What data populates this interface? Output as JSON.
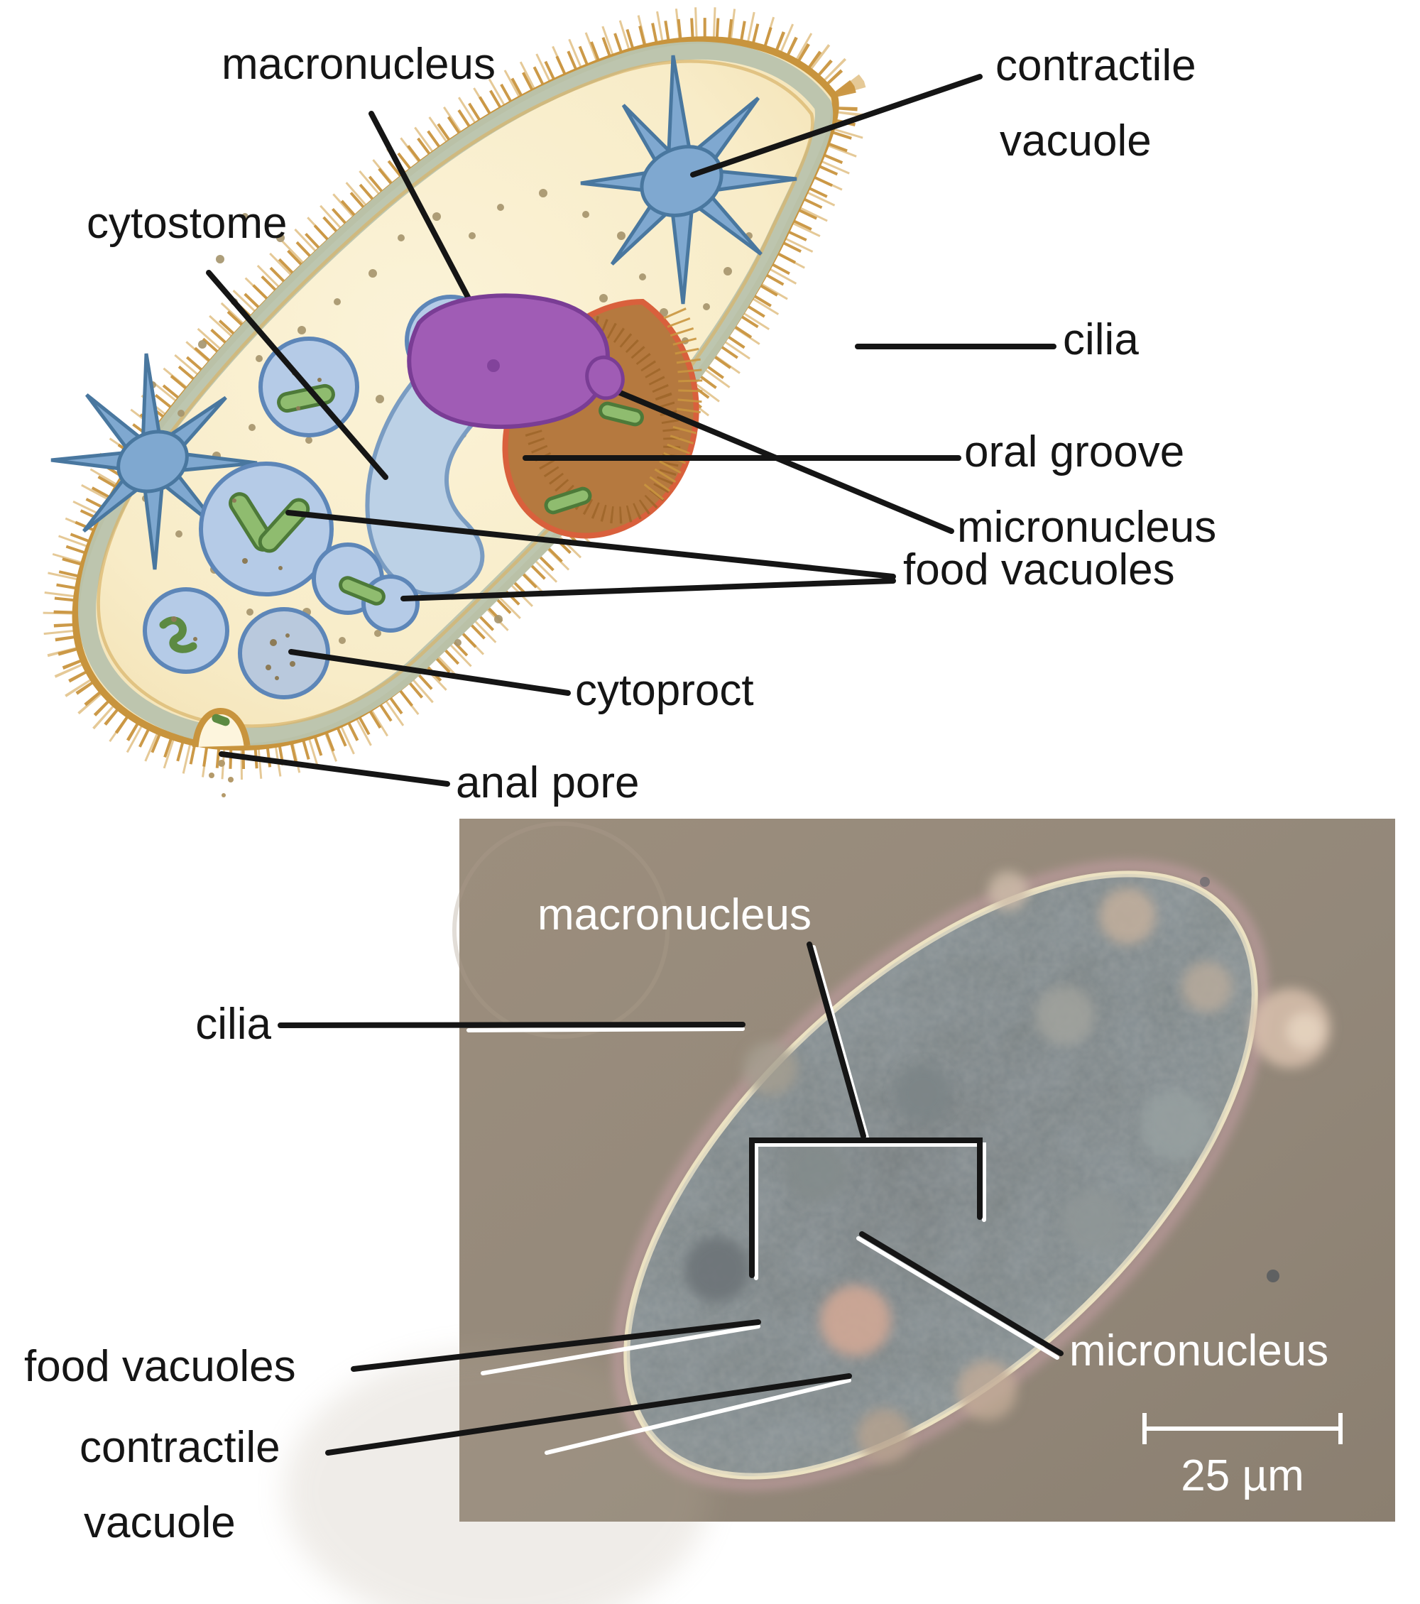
{
  "diagram": {
    "labels": {
      "macronucleus": "macronucleus",
      "cytostome": "cytostome",
      "contractile_vacuole_line1": "contractile",
      "contractile_vacuole_line2": "vacuole",
      "cilia": "cilia",
      "micronucleus": "micronucleus",
      "oral_groove": "oral groove",
      "food_vacuoles": "food vacuoles",
      "cytoproct": "cytoproct",
      "anal_pore": "anal pore"
    },
    "colors": {
      "cilia_fringe": "#c9953f",
      "membrane_outer": "#c8943d",
      "membrane_band": "#b9c3ad",
      "cytoplasm": "#f8ecc8",
      "nucleus_purple": "#a05cb5",
      "nucleus_outline": "#7a3d95",
      "vacuole_blue": "#b5cbe7",
      "vacuole_outline": "#5d86b8",
      "contractile_star_blue": "#7fa8d0",
      "food_green": "#8fbc6f",
      "oral_groove_brown": "#b5793f",
      "oral_groove_rim": "#d9603c",
      "leader_line": "#151515"
    }
  },
  "micrograph": {
    "labels": {
      "macronucleus": "macronucleus",
      "cilia": "cilia",
      "food_vacuoles": "food vacuoles",
      "contractile_vacuole_line1": "contractile",
      "contractile_vacuole_line2": "vacuole",
      "micronucleus": "micronucleus"
    },
    "scale_bar": {
      "label": "25 µm"
    },
    "colors": {
      "background": "#94897b",
      "cell_interior": "#7e8688",
      "rim": "#ece2c2",
      "rim_glow": "#c9a0a8",
      "label_white": "#ffffff",
      "label_black": "#151515"
    }
  }
}
